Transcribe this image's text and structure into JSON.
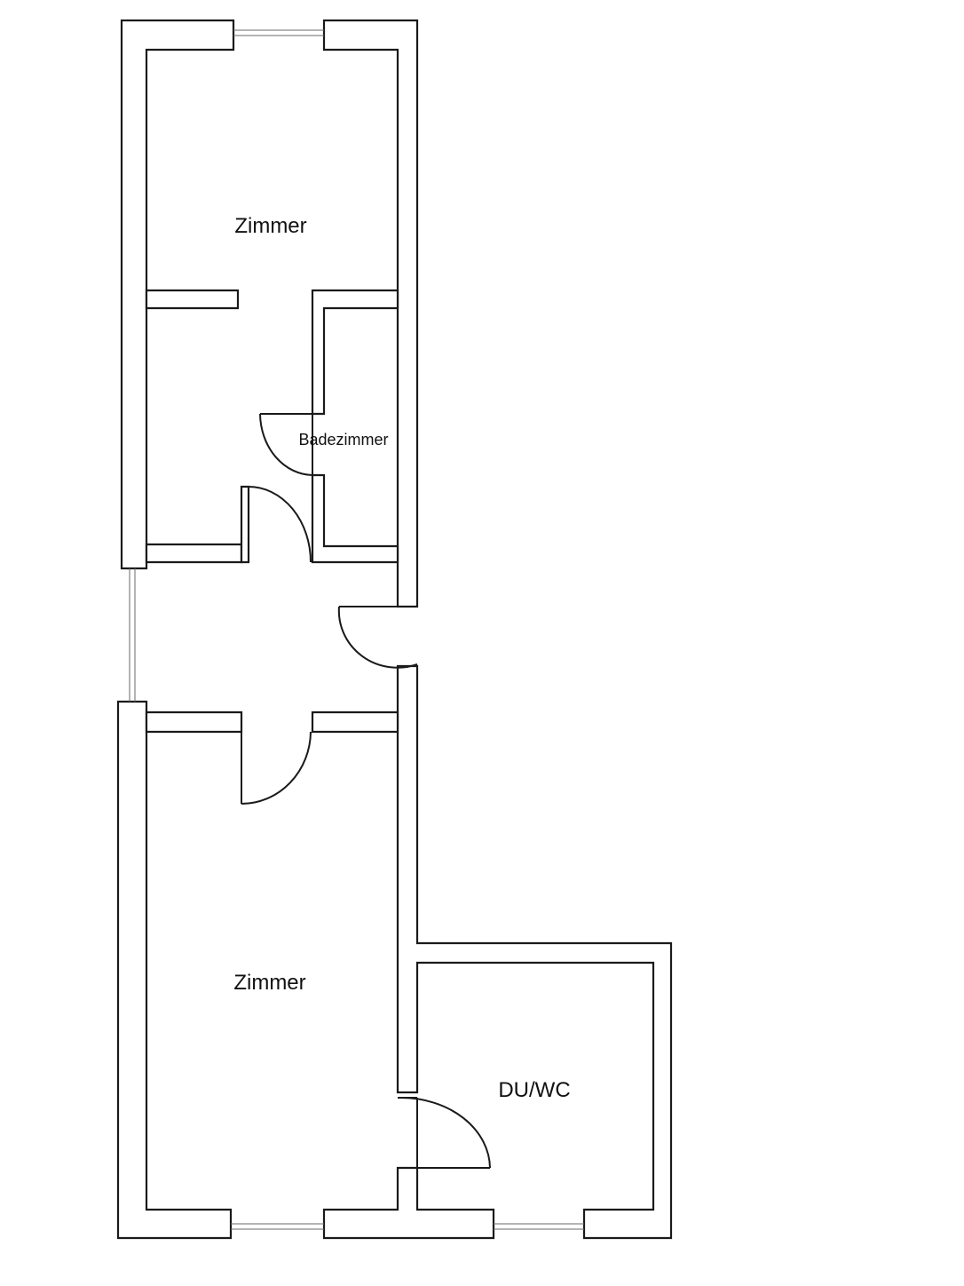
{
  "plan": {
    "rooms": [
      {
        "id": "zimmer-top",
        "label": "Zimmer"
      },
      {
        "id": "badezimmer",
        "label": "Badezimmer"
      },
      {
        "id": "zimmer-bottom",
        "label": "Zimmer"
      },
      {
        "id": "du-wc",
        "label": "DU/WC"
      }
    ]
  },
  "colors": {
    "wall_stroke": "#1a1a1a",
    "background": "#ffffff",
    "window_stroke": "#6a6a6a"
  }
}
